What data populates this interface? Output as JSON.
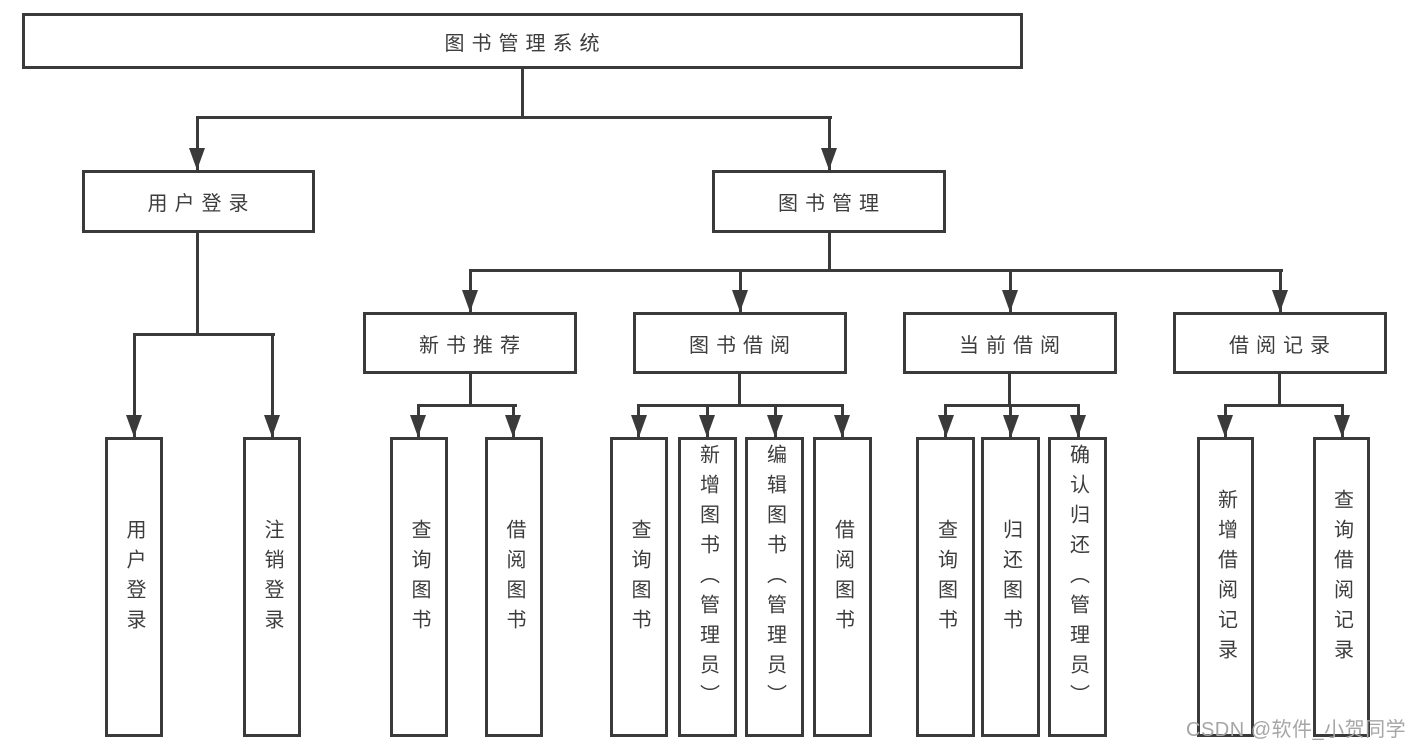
{
  "diagram_title": "图书管理系统",
  "root": {
    "label": "图书管理系统"
  },
  "level2": {
    "user_login": {
      "label": "用户登录"
    },
    "book_management": {
      "label": "图书管理"
    }
  },
  "level3": {
    "new_book_recommend": {
      "label": "新书推荐"
    },
    "book_borrow": {
      "label": "图书借阅"
    },
    "current_borrow": {
      "label": "当前借阅"
    },
    "borrow_records": {
      "label": "借阅记录"
    }
  },
  "leaves": {
    "user_login": {
      "login": "用户登录",
      "logout": "注销登录"
    },
    "new_book_recommend": {
      "query_books": "查询图书",
      "borrow_books": "借阅图书"
    },
    "book_borrow": {
      "query_books": "查询图书",
      "add_books_admin": "新增图书（管理员）",
      "edit_books_admin": "编辑图书（管理员）",
      "borrow_books": "借阅图书"
    },
    "current_borrow": {
      "query_books": "查询图书",
      "return_books": "归还图书",
      "confirm_return_admin": "确认归还（管理员）"
    },
    "borrow_records": {
      "add_record": "新增借阅记录",
      "query_record": "查询借阅记录"
    }
  },
  "watermark": {
    "label": "CSDN @软件_小贺同学"
  },
  "colors": {
    "line": "#3a3a3a",
    "text": "#3d3d3d",
    "watermark": "#a6a6a6",
    "background": "#ffffff"
  }
}
